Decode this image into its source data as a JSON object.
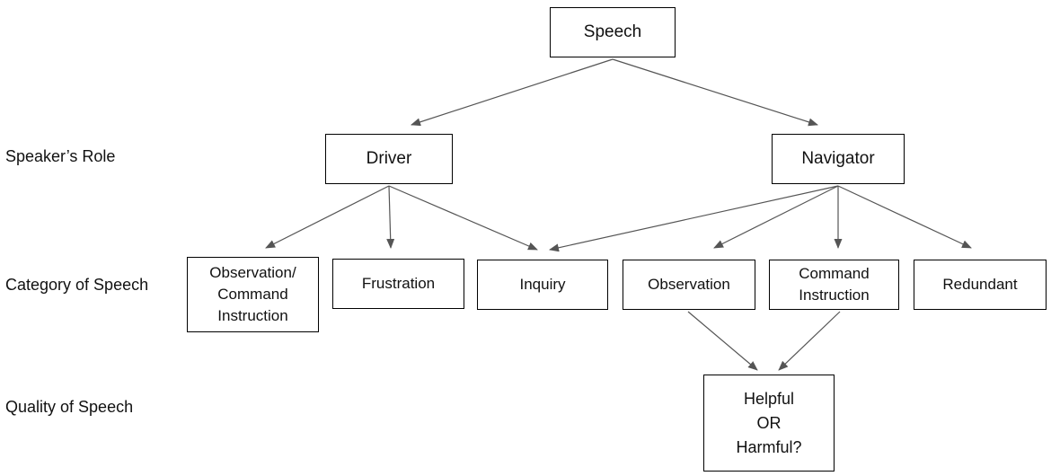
{
  "row_labels": {
    "role": "Speaker’s Role",
    "category": "Category of Speech",
    "quality": "Quality of Speech"
  },
  "nodes": {
    "speech": "Speech",
    "driver": "Driver",
    "navigator": "Navigator",
    "obs_cmd": "Observation/\nCommand\nInstruction",
    "frustration": "Frustration",
    "inquiry": "Inquiry",
    "observation": "Observation",
    "command": "Command\nInstruction",
    "redundant": "Redundant",
    "quality": "Helpful\nOR\nHarmful?"
  },
  "edges": [
    [
      "speech",
      "driver"
    ],
    [
      "speech",
      "navigator"
    ],
    [
      "driver",
      "obs_cmd"
    ],
    [
      "driver",
      "frustration"
    ],
    [
      "driver",
      "inquiry"
    ],
    [
      "navigator",
      "inquiry"
    ],
    [
      "navigator",
      "observation"
    ],
    [
      "navigator",
      "command"
    ],
    [
      "navigator",
      "redundant"
    ],
    [
      "observation",
      "quality"
    ],
    [
      "command",
      "quality"
    ]
  ],
  "colors": {
    "box_border": "#000000",
    "edge": "#555555"
  }
}
